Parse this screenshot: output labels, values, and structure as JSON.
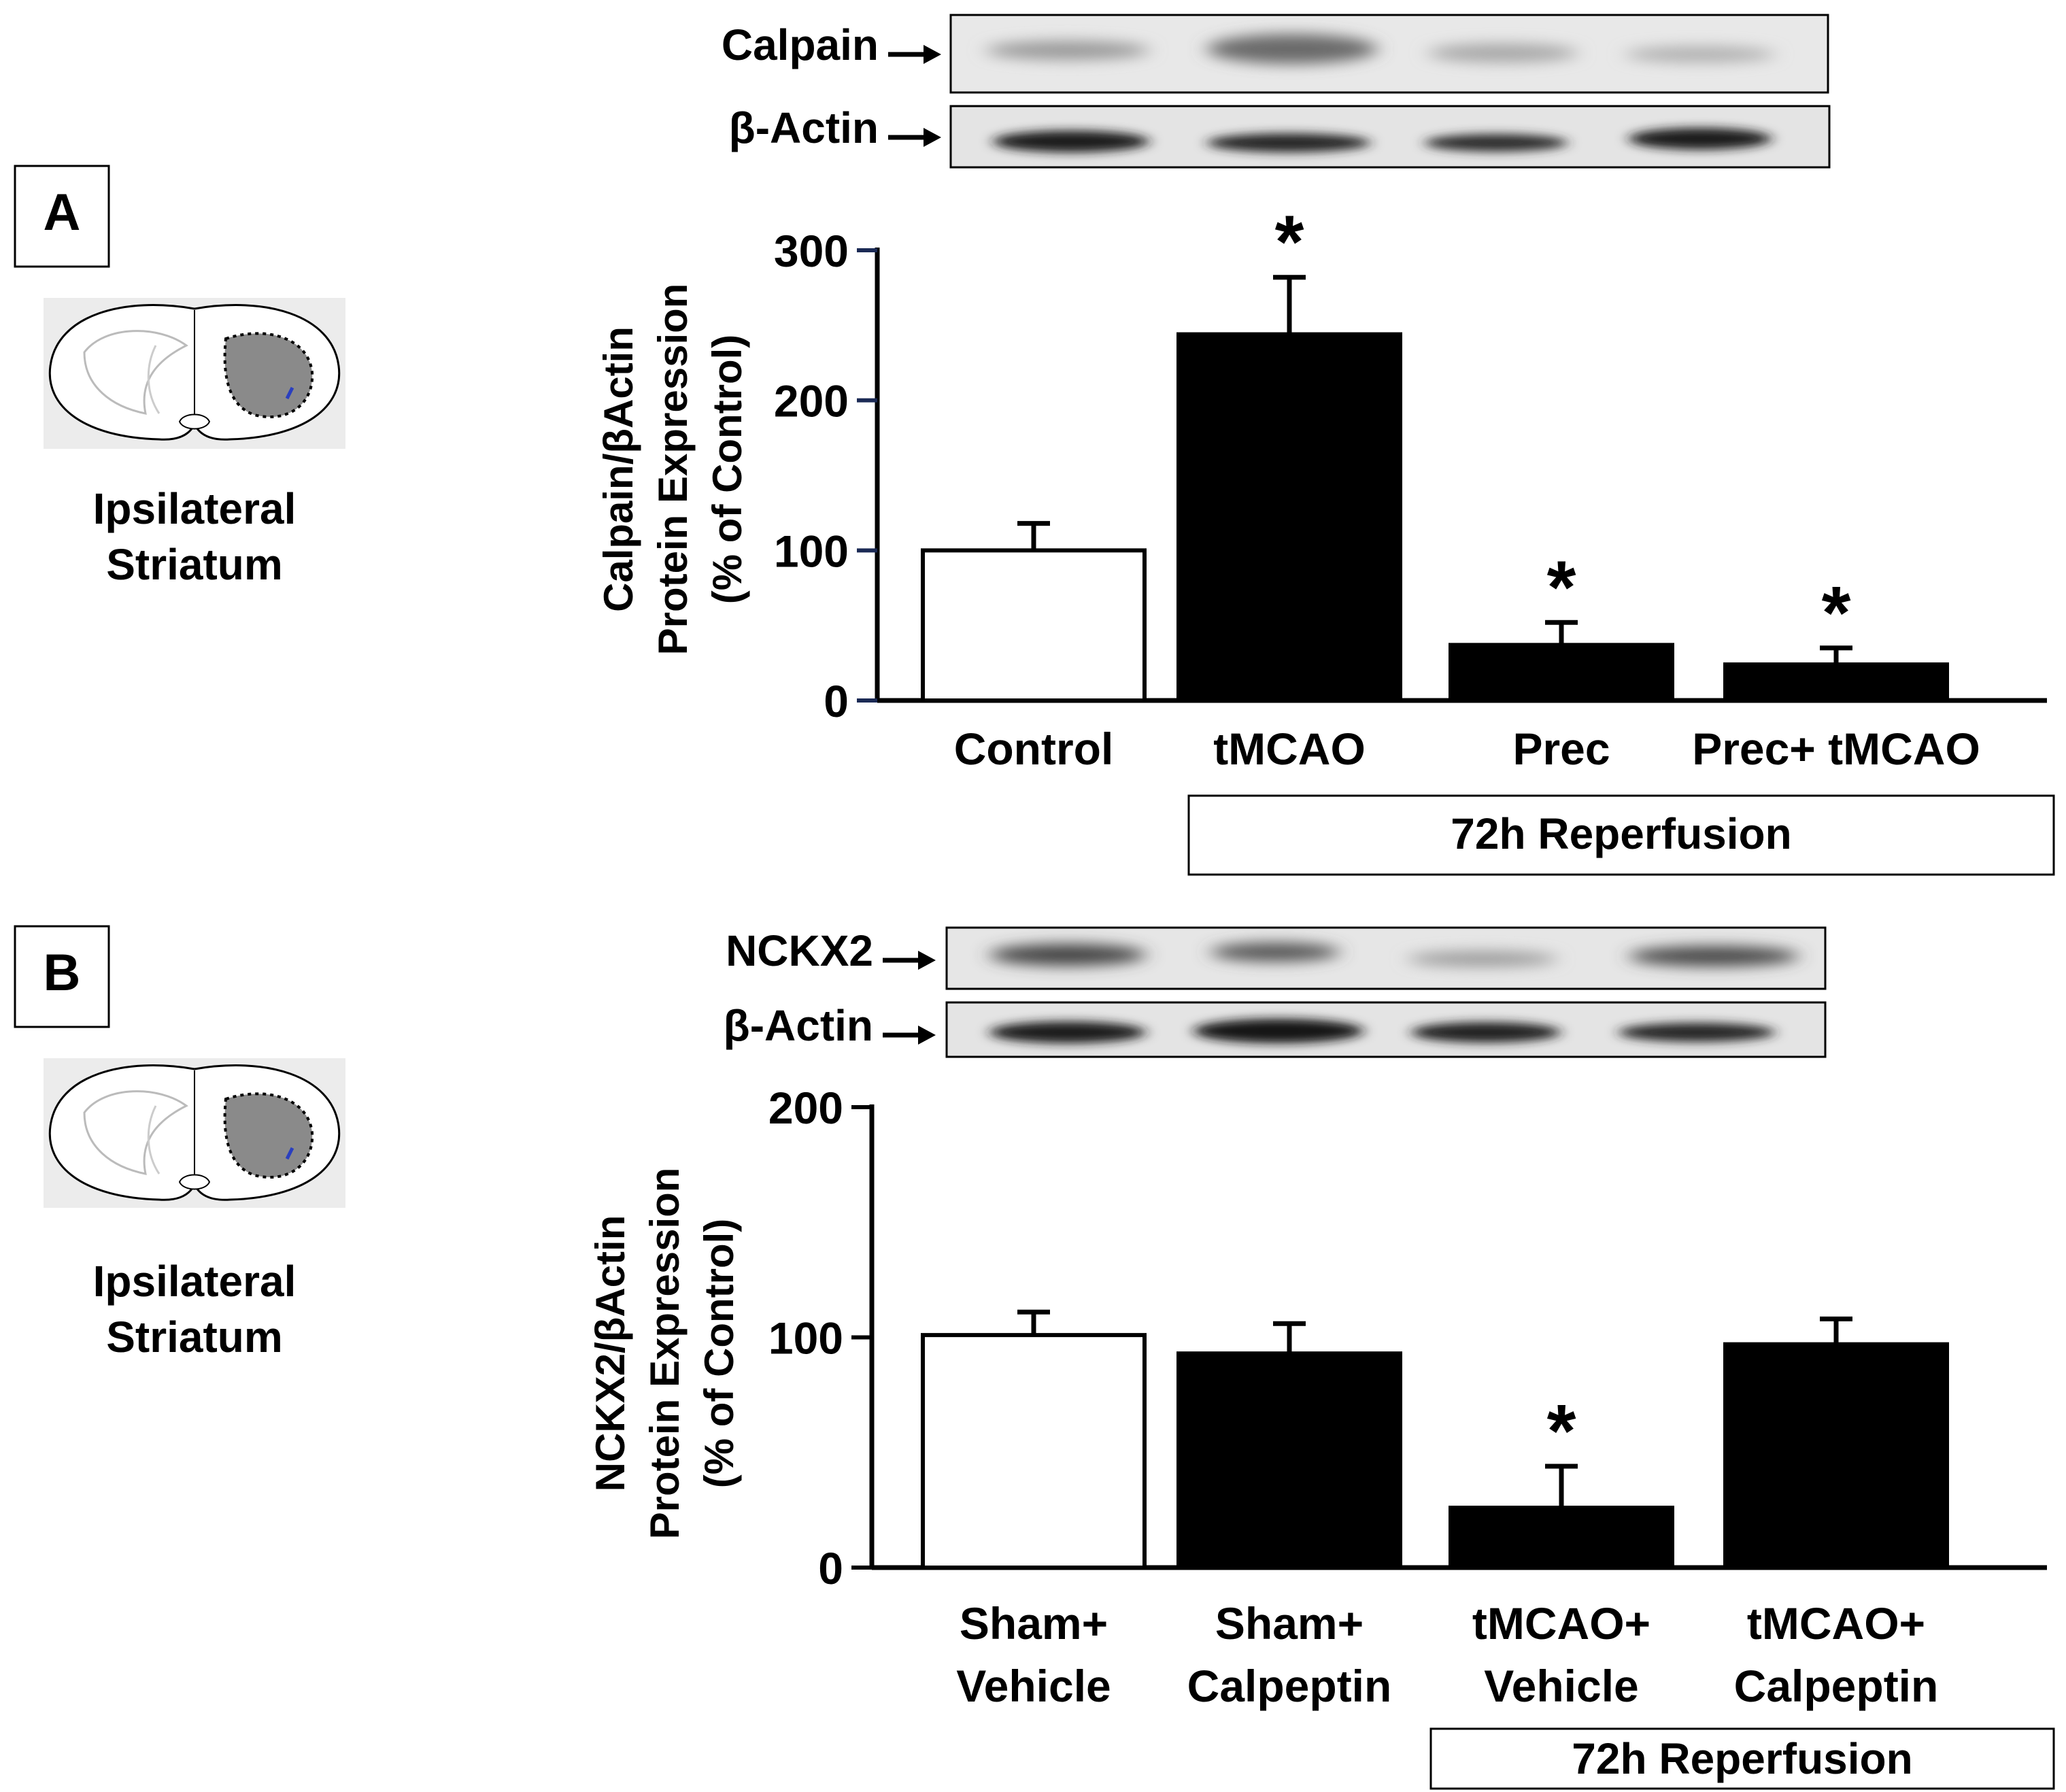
{
  "panels": [
    {
      "letter": "A",
      "region_label": [
        "Ipsilateral",
        "Striatum"
      ],
      "blot_labels": [
        "Calpain",
        "β-Actin"
      ],
      "reperfusion_label": "72h Reperfusion"
    },
    {
      "letter": "B",
      "region_label": [
        "Ipsilateral",
        "Striatum"
      ],
      "blot_labels": [
        "NCKX2",
        "β-Actin"
      ],
      "reperfusion_label": "72h Reperfusion"
    }
  ],
  "chart_data": [
    {
      "type": "bar",
      "panel": "A",
      "ylabel": [
        "Calpain/βActin",
        "Protein Expression",
        "(% of Control)"
      ],
      "ylim": [
        0,
        300
      ],
      "yticks": [
        "0",
        "100",
        "200",
        "300"
      ],
      "categories": [
        [
          "Control"
        ],
        [
          "tMCAO"
        ],
        [
          "Prec"
        ],
        [
          "Prec+ tMCAO"
        ]
      ],
      "values": [
        100,
        244,
        37,
        24
      ],
      "errors": [
        18,
        38,
        15,
        11
      ],
      "significant": [
        false,
        true,
        true,
        true
      ],
      "fills": [
        "#ffffff",
        "#000000",
        "#000000",
        "#000000"
      ],
      "significance_marker": "*"
    },
    {
      "type": "bar",
      "panel": "B",
      "ylabel": [
        "NCKX2/βActin",
        "Protein Expression",
        "(% of Control)"
      ],
      "ylim": [
        0,
        200
      ],
      "yticks": [
        "0",
        "100",
        "200"
      ],
      "categories": [
        [
          "Sham+",
          "Vehicle"
        ],
        [
          "Sham+",
          "Calpeptin"
        ],
        [
          "tMCAO+",
          "Vehicle"
        ],
        [
          "tMCAO+",
          "Calpeptin"
        ]
      ],
      "values": [
        101,
        93,
        26,
        97
      ],
      "errors": [
        10,
        13,
        18,
        11
      ],
      "significant": [
        false,
        false,
        true,
        false
      ],
      "fills": [
        "#ffffff",
        "#000000",
        "#000000",
        "#000000"
      ],
      "significance_marker": "*"
    }
  ]
}
